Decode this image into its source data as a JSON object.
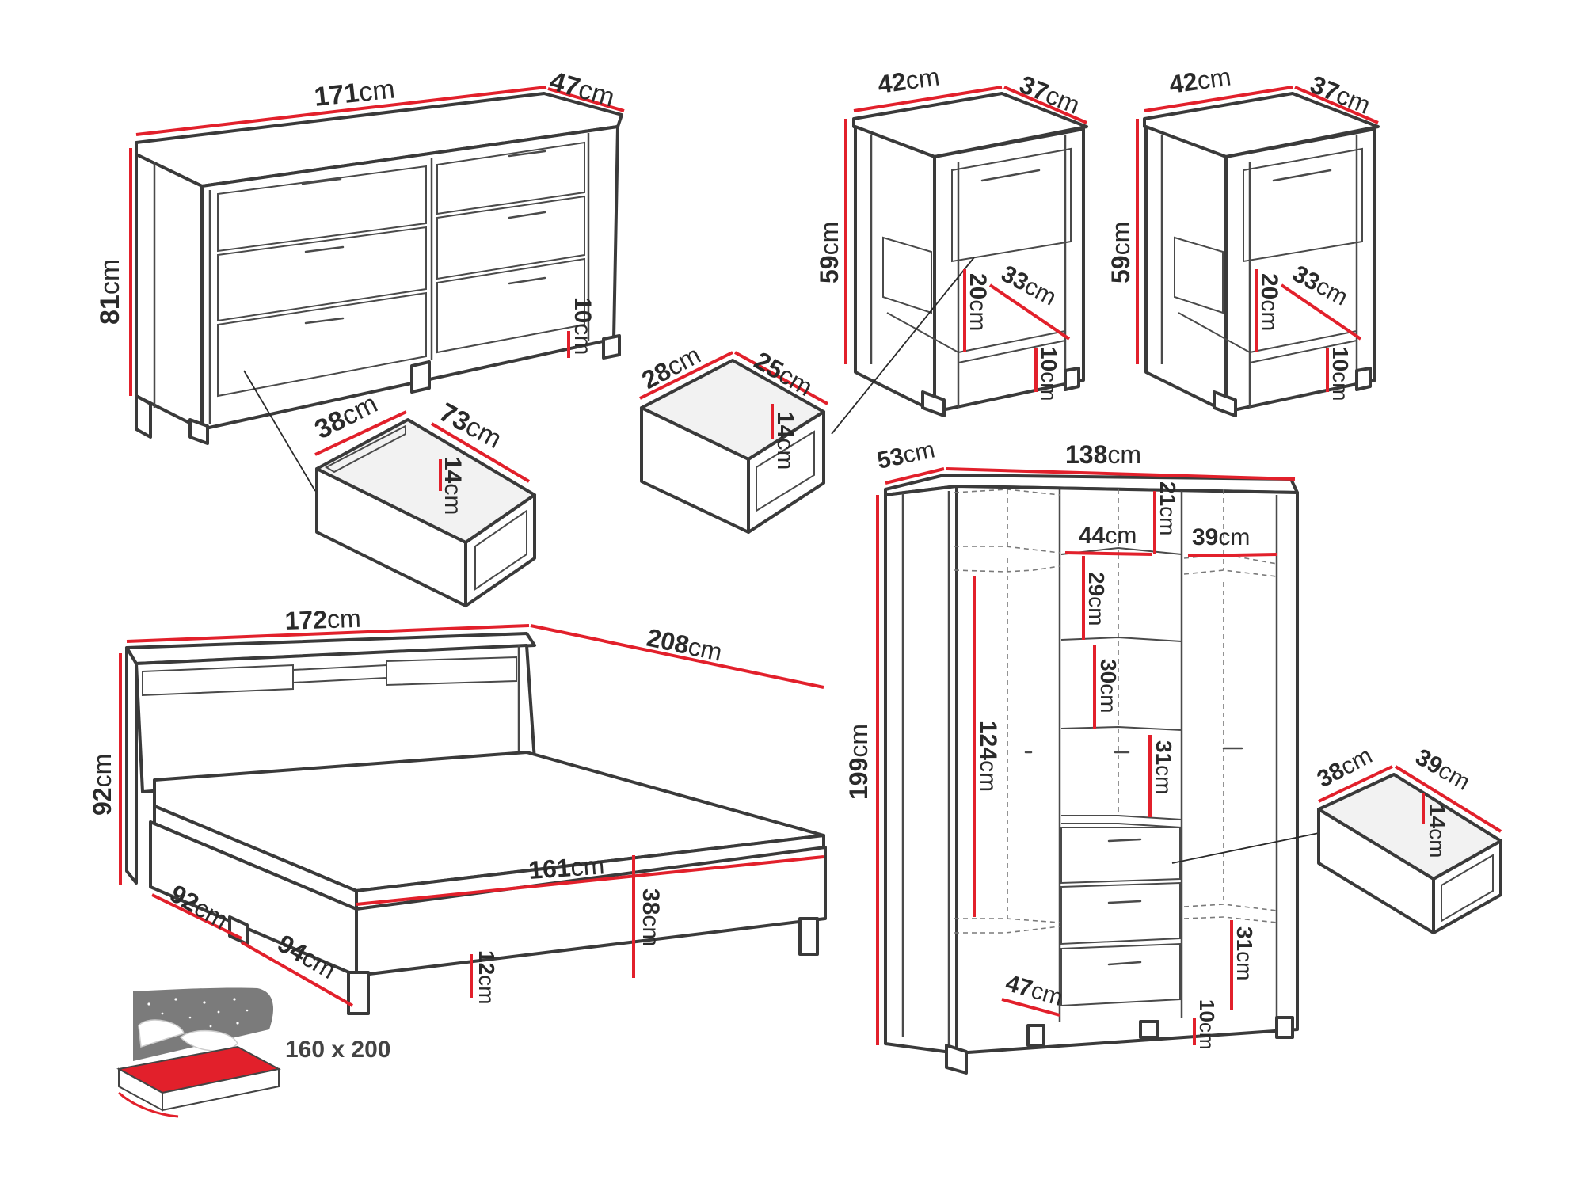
{
  "accent_color": "#e2202b",
  "outline_color": "#3a3a3a",
  "unit": "cm",
  "dresser": {
    "width": "171",
    "depth": "47",
    "height": "81",
    "leg_height": "10",
    "drawer": {
      "width": "38",
      "depth": "73",
      "height": "14"
    }
  },
  "nightstand_left": {
    "width": "42",
    "depth": "37",
    "height": "59",
    "shelf_gap": "20",
    "shelf_depth": "33",
    "leg_height": "10",
    "drawer": {
      "width": "28",
      "depth": "25",
      "height": "14"
    }
  },
  "nightstand_right": {
    "width": "42",
    "depth": "37",
    "height": "59",
    "shelf_gap": "20",
    "shelf_depth": "33",
    "leg_height": "10"
  },
  "bed": {
    "width": "172",
    "length": "208",
    "headboard_height": "92",
    "inner_width": "161",
    "frame_height": "38",
    "leg_height": "12",
    "underbed_depth": "92",
    "underbed_length": "94"
  },
  "mattress": {
    "size": "160 x 200",
    "icon": "mattress-icon"
  },
  "wardrobe": {
    "depth": "53",
    "width": "138",
    "top_shelf": "21",
    "middle_width": "44",
    "right_width": "39",
    "shelf_1": "29",
    "shelf_2": "30",
    "shelf_3": "31",
    "hanging_height": "124",
    "height": "199",
    "bottom_shelf": "31",
    "inner_depth": "47",
    "leg_height": "10",
    "drawer": {
      "width": "38",
      "depth": "39",
      "height": "14"
    }
  }
}
